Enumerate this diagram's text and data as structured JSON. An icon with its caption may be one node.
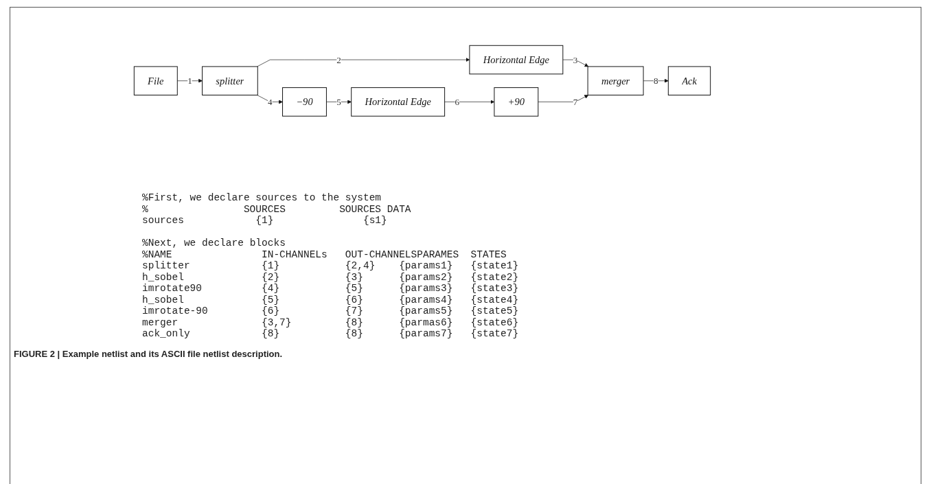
{
  "diagram": {
    "caption": "FIGURE 2 | Example netlist and its ASCII file netlist description.",
    "nodes": [
      {
        "text": [
          "File"
        ]
      },
      {
        "text": [
          "splitter"
        ]
      },
      {
        "text": [
          "Horizontal Edge"
        ]
      },
      {
        "text": [
          "−90"
        ]
      },
      {
        "text": [
          "Horizontal Edge"
        ]
      },
      {
        "text": [
          "+90"
        ]
      },
      {
        "text": [
          "merger"
        ]
      },
      {
        "text": [
          "Ack"
        ]
      }
    ],
    "edges": [
      {
        "from": 0,
        "to": 1,
        "arrow": "to",
        "label": "1"
      },
      {
        "from": 1,
        "to": 2,
        "arrow": "to",
        "label": "2"
      },
      {
        "from": 2,
        "to": 6,
        "arrow": "to",
        "label": "3"
      },
      {
        "from": 1,
        "to": 3,
        "arrow": "to",
        "label": "4"
      },
      {
        "from": 3,
        "to": 4,
        "arrow": "to",
        "label": "5"
      },
      {
        "from": 4,
        "to": 5,
        "arrow": "to",
        "label": "6"
      },
      {
        "from": 5,
        "to": 6,
        "arrow": "to",
        "label": "7"
      },
      {
        "from": 6,
        "to": 7,
        "arrow": "to",
        "label": "8"
      }
    ],
    "labels": [
      "%First, we declare sources to the system",
      "%",
      "SOURCES",
      "SOURCES DATA",
      "sources",
      "{1}",
      "{s1}",
      "%Next, we declare blocks",
      "%NAME",
      "IN-CHANNELs",
      "OUT-CHANNELSPARAMES",
      "STATES",
      "splitter",
      "{1}",
      "{2,4}",
      "{params1}",
      "{state1}",
      "h_sobel",
      "{2}",
      "{3}",
      "{params2}",
      "{state2}",
      "imrotate90",
      "{4}",
      "{5}",
      "{params3}",
      "{state3}",
      "h_sobel",
      "{5}",
      "{6}",
      "{params4}",
      "{state4}",
      "imrotate-90",
      "{6}",
      "{7}",
      "{params5}",
      "{state5}",
      "merger",
      "{3,7}",
      "{8}",
      "{parmas6}",
      "{state6}",
      "ack_only",
      "{8}",
      "{8}",
      "{params7}",
      "{state7}"
    ]
  }
}
